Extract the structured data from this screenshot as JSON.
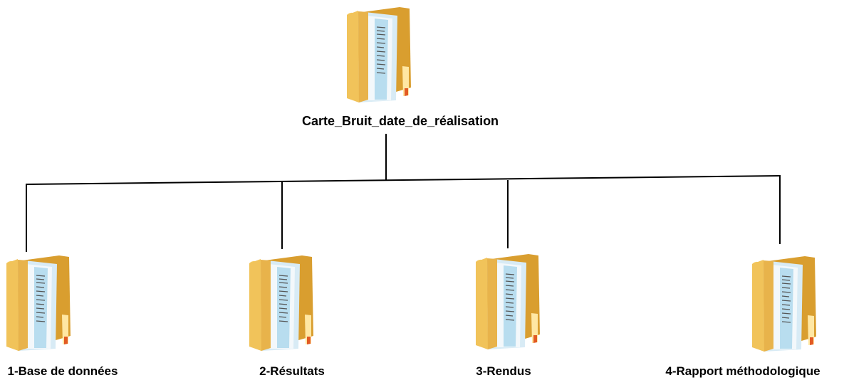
{
  "root": {
    "label": "Carte_Bruit_date_de_réalisation",
    "icon": "folder-with-documents-icon"
  },
  "children": [
    {
      "label": "1-Base de données",
      "icon": "folder-with-documents-icon"
    },
    {
      "label": "2-Résultats",
      "icon": "folder-with-documents-icon"
    },
    {
      "label": "3-Rendus",
      "icon": "folder-with-documents-icon"
    },
    {
      "label": "4-Rapport méthodologique",
      "icon": "folder-with-documents-icon"
    }
  ],
  "colors": {
    "folder_back": "#d99e2f",
    "folder_front": "#f5cc63",
    "folder_highlight": "#ffe7a3",
    "document_blue": "#b8ddef",
    "document_white": "#f3f8fb",
    "document_lines": "#555555",
    "tab_orange": "#e25a24",
    "connector": "#000000",
    "text": "#000000"
  }
}
